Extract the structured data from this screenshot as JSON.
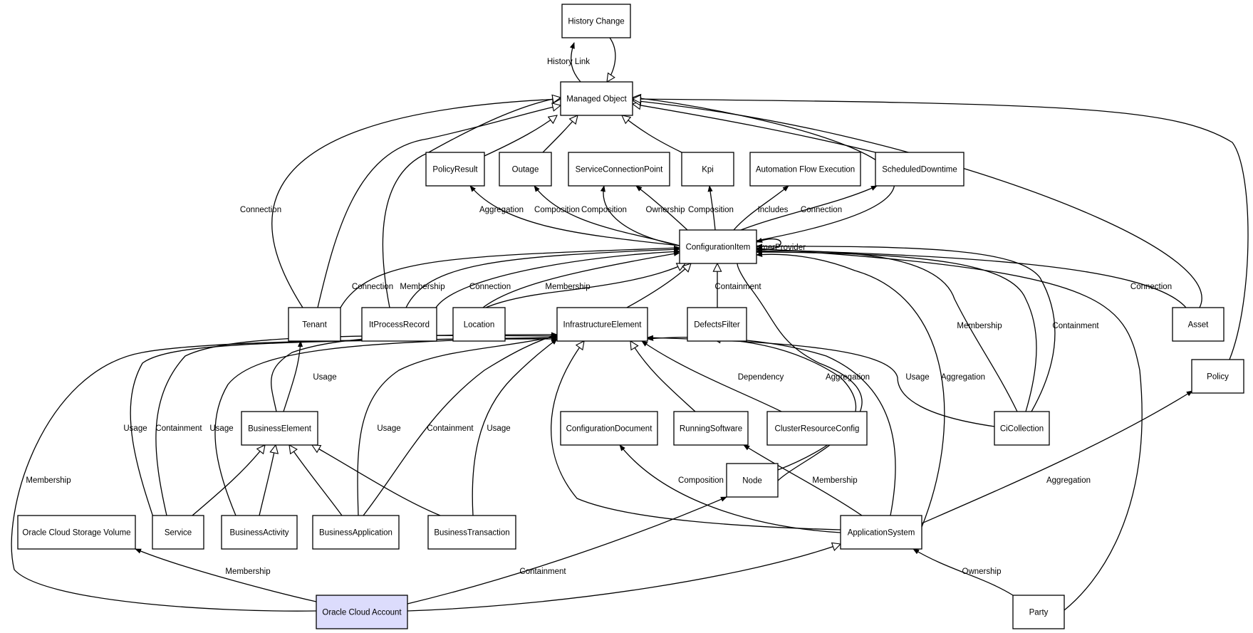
{
  "diagram": {
    "type": "uml-class-relationships",
    "colors": {
      "line": "#000000",
      "node_fill": "#ffffff",
      "highlight_fill": "#dcdcfc"
    },
    "nodes": [
      {
        "id": "history_change",
        "label": "History Change"
      },
      {
        "id": "managed_object",
        "label": "Managed Object"
      },
      {
        "id": "policy_result",
        "label": "PolicyResult"
      },
      {
        "id": "outage",
        "label": "Outage"
      },
      {
        "id": "service_connection_point",
        "label": "ServiceConnectionPoint"
      },
      {
        "id": "kpi",
        "label": "Kpi"
      },
      {
        "id": "automation_flow_execution",
        "label": "Automation Flow Execution"
      },
      {
        "id": "scheduled_downtime",
        "label": "ScheduledDowntime"
      },
      {
        "id": "configuration_item",
        "label": "ConfigurationItem"
      },
      {
        "id": "tenant",
        "label": "Tenant"
      },
      {
        "id": "it_process_record",
        "label": "ItProcessRecord"
      },
      {
        "id": "location",
        "label": "Location"
      },
      {
        "id": "infrastructure_element",
        "label": "InfrastructureElement"
      },
      {
        "id": "defects_filter",
        "label": "DefectsFilter"
      },
      {
        "id": "asset",
        "label": "Asset"
      },
      {
        "id": "policy",
        "label": "Policy"
      },
      {
        "id": "business_element",
        "label": "BusinessElement"
      },
      {
        "id": "configuration_document",
        "label": "ConfigurationDocument"
      },
      {
        "id": "running_software",
        "label": "RunningSoftware"
      },
      {
        "id": "cluster_resource_config",
        "label": "ClusterResourceConfig"
      },
      {
        "id": "ci_collection",
        "label": "CiCollection"
      },
      {
        "id": "node",
        "label": "Node"
      },
      {
        "id": "oracle_cloud_storage_volume",
        "label": "Oracle Cloud Storage Volume"
      },
      {
        "id": "service",
        "label": "Service"
      },
      {
        "id": "business_activity",
        "label": "BusinessActivity"
      },
      {
        "id": "business_application",
        "label": "BusinessApplication"
      },
      {
        "id": "business_transaction",
        "label": "BusinessTransaction"
      },
      {
        "id": "application_system",
        "label": "ApplicationSystem"
      },
      {
        "id": "oracle_cloud_account",
        "label": "Oracle Cloud Account",
        "highlight": true
      },
      {
        "id": "party",
        "label": "Party"
      }
    ],
    "edges": [
      {
        "id": "e1",
        "label": "History Link",
        "from": "managed_object",
        "to": "history_change",
        "head": "filled"
      },
      {
        "id": "e2",
        "label": "",
        "from": "history_change",
        "to": "managed_object",
        "head": "hollow"
      },
      {
        "id": "e3",
        "label": "",
        "from": "policy_result",
        "to": "managed_object",
        "head": "hollow"
      },
      {
        "id": "e4",
        "label": "",
        "from": "outage",
        "to": "managed_object",
        "head": "hollow"
      },
      {
        "id": "e5",
        "label": "",
        "from": "kpi",
        "to": "managed_object",
        "head": "hollow"
      },
      {
        "id": "e6",
        "label": "",
        "from": "scheduled_downtime",
        "to": "managed_object",
        "head": "hollow"
      },
      {
        "id": "e7",
        "label": "Connection",
        "from": "tenant",
        "to": "managed_object",
        "head": "hollow"
      },
      {
        "id": "e8",
        "label": "",
        "from": "tenant",
        "to": "managed_object",
        "head": "hollow"
      },
      {
        "id": "e9",
        "label": "",
        "from": "it_process_record",
        "to": "managed_object",
        "head": "hollow"
      },
      {
        "id": "e10",
        "label": "",
        "from": "configuration_item",
        "to": "managed_object",
        "head": "hollow"
      },
      {
        "id": "e11",
        "label": "",
        "from": "asset",
        "to": "managed_object",
        "head": "hollow"
      },
      {
        "id": "e12",
        "label": "",
        "from": "policy",
        "to": "managed_object",
        "head": "hollow"
      },
      {
        "id": "e13",
        "label": "Aggregation",
        "from": "configuration_item",
        "to": "policy_result",
        "head": "filled"
      },
      {
        "id": "e14",
        "label": "Composition",
        "from": "configuration_item",
        "to": "outage",
        "head": "filled"
      },
      {
        "id": "e15",
        "label": "Composition",
        "from": "configuration_item",
        "to": "service_connection_point",
        "head": "filled"
      },
      {
        "id": "e16",
        "label": "Ownership",
        "from": "configuration_item",
        "to": "service_connection_point",
        "head": "filled"
      },
      {
        "id": "e17",
        "label": "Composition",
        "from": "configuration_item",
        "to": "kpi",
        "head": "filled"
      },
      {
        "id": "e18",
        "label": "Includes",
        "from": "configuration_item",
        "to": "automation_flow_execution",
        "head": "filled"
      },
      {
        "id": "e19",
        "label": "Connection",
        "from": "configuration_item",
        "to": "scheduled_downtime",
        "head": "filled"
      },
      {
        "id": "e20",
        "label": "ConsumerProvider",
        "from": "configuration_item",
        "to": "configuration_item",
        "head": "filled"
      },
      {
        "id": "e21",
        "label": "Connection",
        "from": "tenant",
        "to": "configuration_item",
        "head": "filled"
      },
      {
        "id": "e22",
        "label": "Membership",
        "from": "it_process_record",
        "to": "configuration_item",
        "head": "filled"
      },
      {
        "id": "e23",
        "label": "Connection",
        "from": "location",
        "to": "configuration_item",
        "head": "filled"
      },
      {
        "id": "e24",
        "label": "Membership",
        "from": "location",
        "to": "configuration_item",
        "head": "filled"
      },
      {
        "id": "e25",
        "label": "",
        "from": "infrastructure_element",
        "to": "configuration_item",
        "head": "hollow"
      },
      {
        "id": "e26",
        "label": "",
        "from": "infrastructure_element",
        "to": "configuration_item",
        "head": "hollow"
      },
      {
        "id": "e27",
        "label": "Containment",
        "from": "defects_filter",
        "to": "configuration_item",
        "head": "hollow"
      },
      {
        "id": "e28",
        "label": "Connection",
        "from": "asset",
        "to": "configuration_item",
        "head": "filled"
      },
      {
        "id": "e29",
        "label": "Membership",
        "from": "ci_collection",
        "to": "configuration_item",
        "head": "filled"
      },
      {
        "id": "e30",
        "label": "Containment",
        "from": "ci_collection",
        "to": "configuration_item",
        "head": "filled"
      },
      {
        "id": "e31",
        "label": "",
        "from": "ci_collection",
        "to": "configuration_item",
        "head": "filled"
      },
      {
        "id": "e32",
        "label": "Aggregation",
        "from": "node",
        "to": "configuration_item",
        "head": "filled"
      },
      {
        "id": "e33",
        "label": "Aggregation",
        "from": "application_system",
        "to": "configuration_item",
        "head": "filled"
      },
      {
        "id": "e34",
        "label": "",
        "from": "party",
        "to": "configuration_item",
        "head": "filled"
      },
      {
        "id": "e35",
        "label": "Usage",
        "from": "business_element",
        "to": "infrastructure_element",
        "head": "filled"
      },
      {
        "id": "e36",
        "label": "",
        "from": "business_element",
        "to": "infrastructure_element",
        "head": "filled"
      },
      {
        "id": "e37",
        "label": "Usage",
        "from": "service",
        "to": "infrastructure_element",
        "head": "filled"
      },
      {
        "id": "e38",
        "label": "Containment",
        "from": "service",
        "to": "infrastructure_element",
        "head": "filled"
      },
      {
        "id": "e39",
        "label": "Usage",
        "from": "business_activity",
        "to": "infrastructure_element",
        "head": "filled"
      },
      {
        "id": "e40",
        "label": "Usage",
        "from": "business_application",
        "to": "infrastructure_element",
        "head": "filled"
      },
      {
        "id": "e41",
        "label": "Containment",
        "from": "business_application",
        "to": "infrastructure_element",
        "head": "filled"
      },
      {
        "id": "e42",
        "label": "Usage",
        "from": "business_transaction",
        "to": "infrastructure_element",
        "head": "filled"
      },
      {
        "id": "e43",
        "label": "",
        "from": "running_software",
        "to": "infrastructure_element",
        "head": "hollow"
      },
      {
        "id": "e44",
        "label": "Dependency",
        "from": "cluster_resource_config",
        "to": "infrastructure_element",
        "head": "filled"
      },
      {
        "id": "e45",
        "label": "Usage",
        "from": "ci_collection",
        "to": "infrastructure_element",
        "head": "filled"
      },
      {
        "id": "e46",
        "label": "",
        "from": "node",
        "to": "infrastructure_element",
        "head": "hollow"
      },
      {
        "id": "e47",
        "label": "",
        "from": "application_system",
        "to": "infrastructure_element",
        "head": "hollow"
      },
      {
        "id": "e48",
        "label": "",
        "from": "application_system",
        "to": "infrastructure_element",
        "head": "filled"
      },
      {
        "id": "e49",
        "label": "Membership",
        "from": "oracle_cloud_account",
        "to": "infrastructure_element",
        "head": "filled"
      },
      {
        "id": "e50",
        "label": "",
        "from": "service",
        "to": "business_element",
        "head": "hollow"
      },
      {
        "id": "e51",
        "label": "",
        "from": "business_activity",
        "to": "business_element",
        "head": "hollow"
      },
      {
        "id": "e52",
        "label": "",
        "from": "business_application",
        "to": "business_element",
        "head": "hollow"
      },
      {
        "id": "e53",
        "label": "",
        "from": "business_transaction",
        "to": "business_element",
        "head": "hollow"
      },
      {
        "id": "e54",
        "label": "Composition",
        "from": "application_system",
        "to": "configuration_document",
        "head": "filled"
      },
      {
        "id": "e55",
        "label": "Membership",
        "from": "application_system",
        "to": "running_software",
        "head": "filled"
      },
      {
        "id": "e56",
        "label": "Aggregation",
        "from": "application_system",
        "to": "policy",
        "head": "filled"
      },
      {
        "id": "e57",
        "label": "Membership",
        "from": "oracle_cloud_account",
        "to": "oracle_cloud_storage_volume",
        "head": "filled"
      },
      {
        "id": "e58",
        "label": "Containment",
        "from": "oracle_cloud_account",
        "to": "node",
        "head": "filled"
      },
      {
        "id": "e59",
        "label": "",
        "from": "oracle_cloud_account",
        "to": "application_system",
        "head": "hollow"
      },
      {
        "id": "e60",
        "label": "Ownership",
        "from": "party",
        "to": "application_system",
        "head": "filled"
      }
    ]
  }
}
